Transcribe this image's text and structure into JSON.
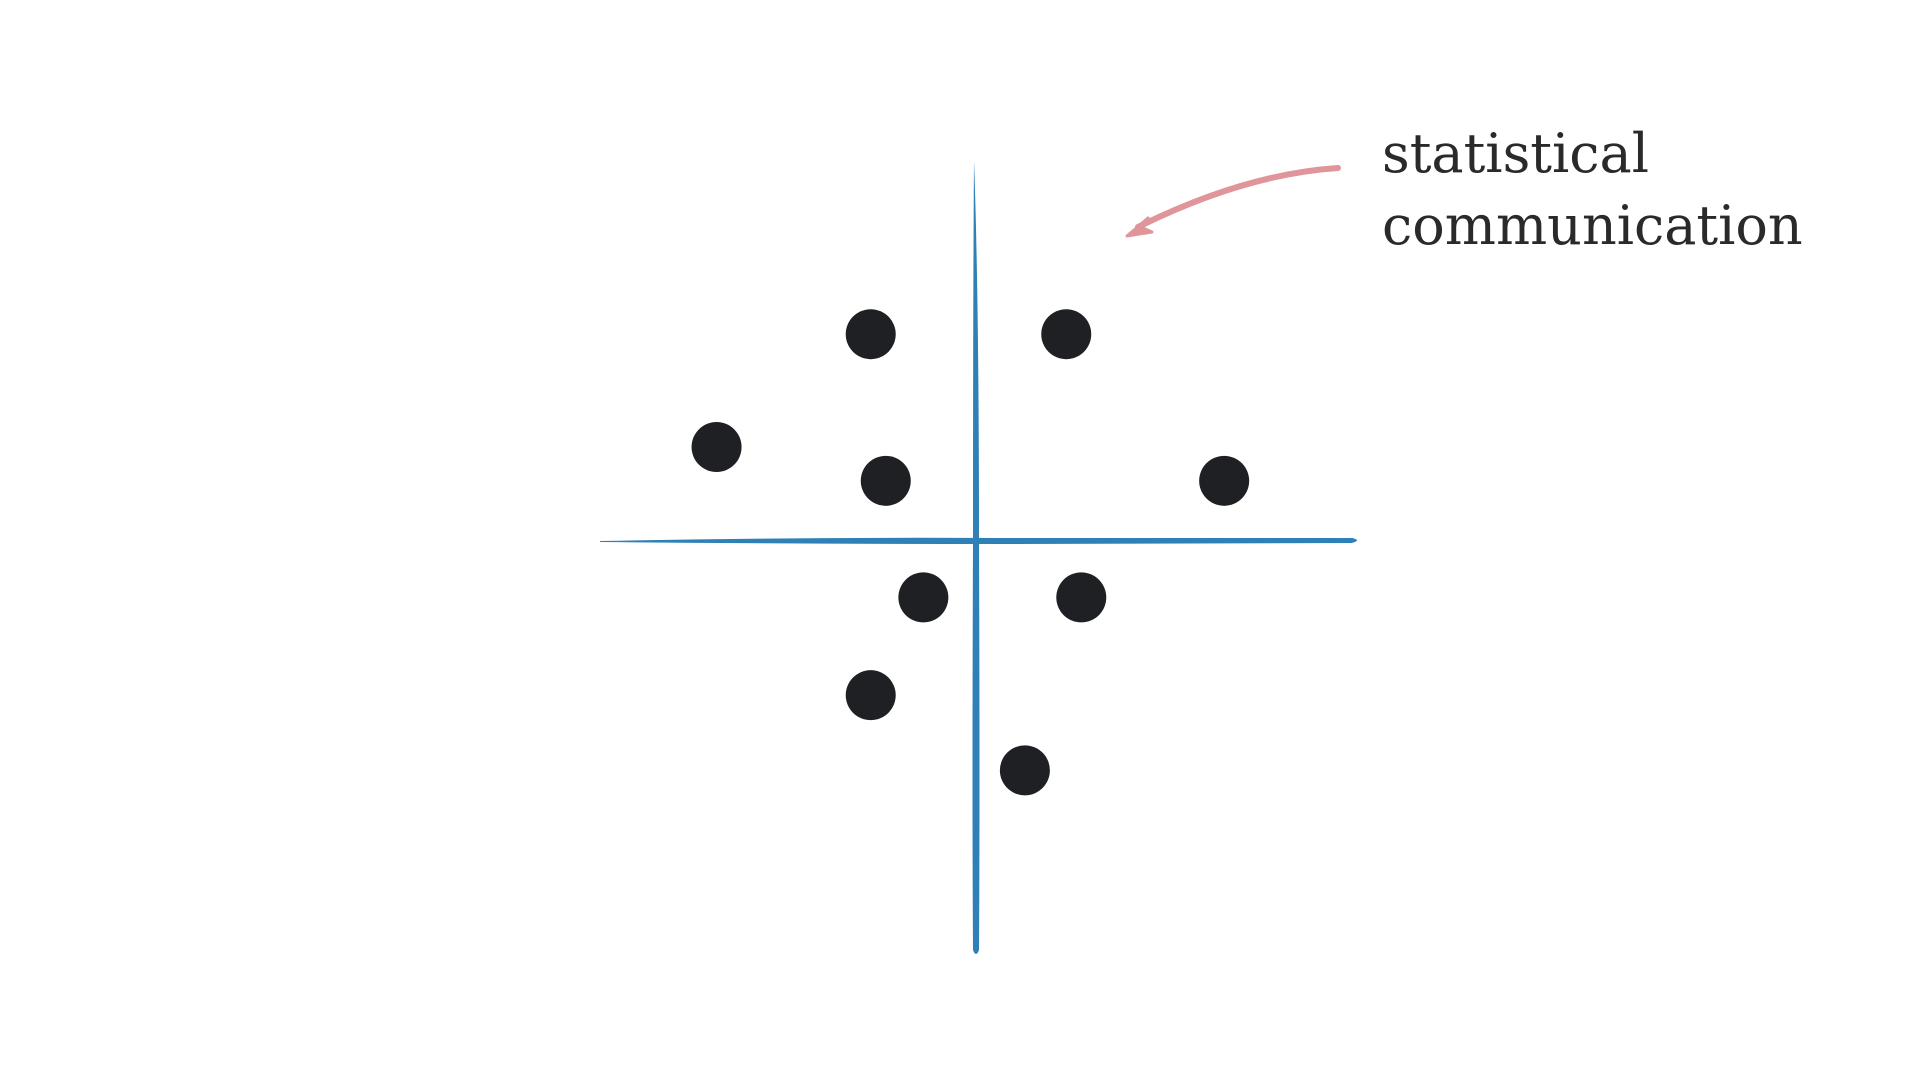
{
  "annotation": {
    "lines": [
      "statistical",
      "communication"
    ]
  },
  "colors": {
    "axes": "#2f80b6",
    "points": "#1f2024",
    "arrow": "#e0959a",
    "text": "#2a2a2a",
    "background": "#ffffff"
  },
  "chart_data": {
    "type": "scatter",
    "title": "",
    "xlabel": "",
    "ylabel": "",
    "xlim": [
      -7.5,
      7.5
    ],
    "ylim": [
      -8.0,
      7.5
    ],
    "grid": false,
    "points": [
      {
        "x": -2.8,
        "y": 5.5
      },
      {
        "x": 2.4,
        "y": 5.5
      },
      {
        "x": -6.9,
        "y": 2.5
      },
      {
        "x": -2.4,
        "y": 1.6
      },
      {
        "x": 6.6,
        "y": 1.6
      },
      {
        "x": -1.4,
        "y": -1.5
      },
      {
        "x": 2.8,
        "y": -1.5
      },
      {
        "x": -2.8,
        "y": -4.1
      },
      {
        "x": 1.3,
        "y": -6.1
      }
    ],
    "annotation": {
      "text": "statistical communication",
      "target_point_index": 1
    }
  }
}
